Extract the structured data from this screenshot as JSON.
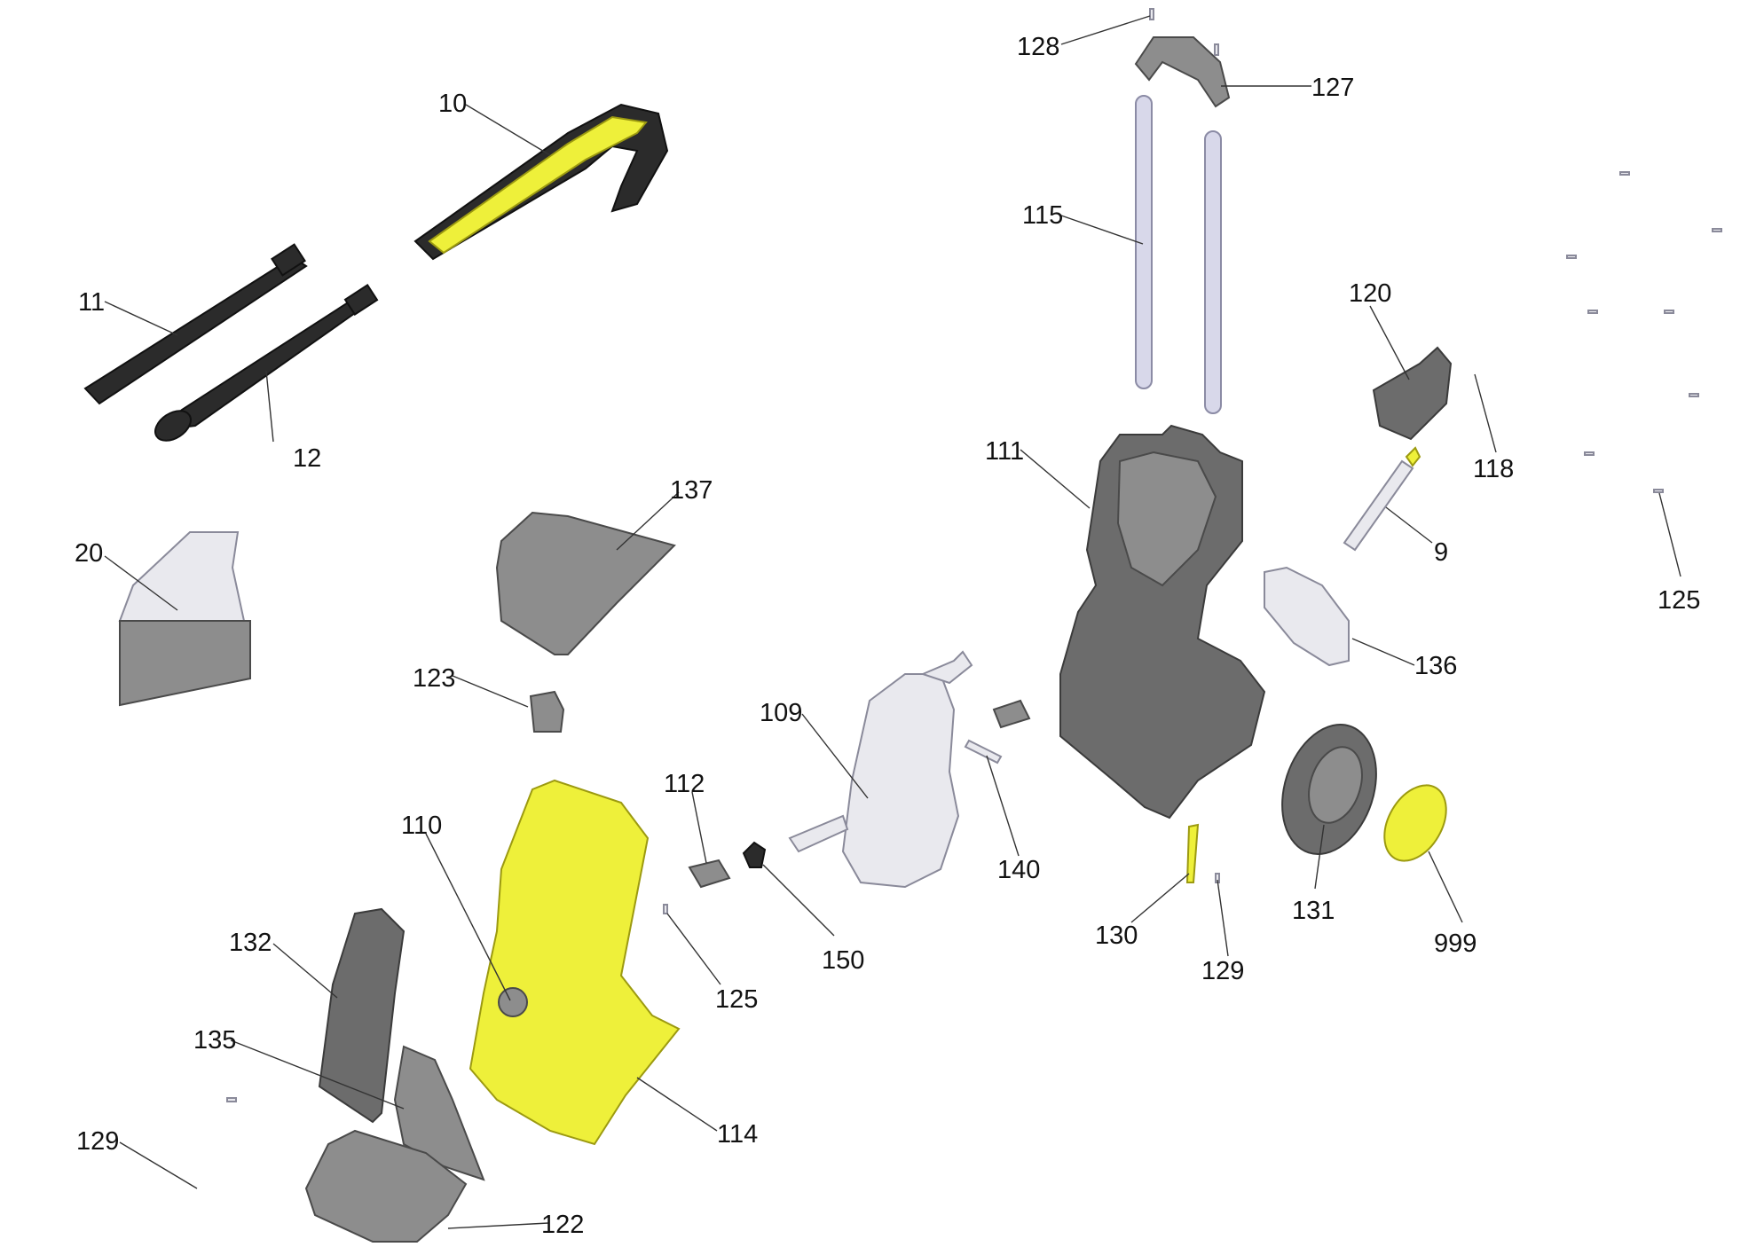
{
  "colors": {
    "accent_yellow": "#eef03a",
    "housing_gray": "#6c6c6c",
    "light_plastic": "#e9e9ee",
    "background": "#ffffff"
  },
  "parts": [
    {
      "label": "10"
    },
    {
      "label": "11"
    },
    {
      "label": "12"
    },
    {
      "label": "20"
    },
    {
      "label": "128"
    },
    {
      "label": "127"
    },
    {
      "label": "115"
    },
    {
      "label": "120"
    },
    {
      "label": "118"
    },
    {
      "label": "9"
    },
    {
      "label": "125"
    },
    {
      "label": "111"
    },
    {
      "label": "137"
    },
    {
      "label": "136"
    },
    {
      "label": "123"
    },
    {
      "label": "109"
    },
    {
      "label": "140"
    },
    {
      "label": "112"
    },
    {
      "label": "110"
    },
    {
      "label": "150"
    },
    {
      "label": "131"
    },
    {
      "label": "999"
    },
    {
      "label": "130"
    },
    {
      "label": "129"
    },
    {
      "label": "132"
    },
    {
      "label": "125"
    },
    {
      "label": "135"
    },
    {
      "label": "114"
    },
    {
      "label": "129"
    },
    {
      "label": "122"
    }
  ]
}
